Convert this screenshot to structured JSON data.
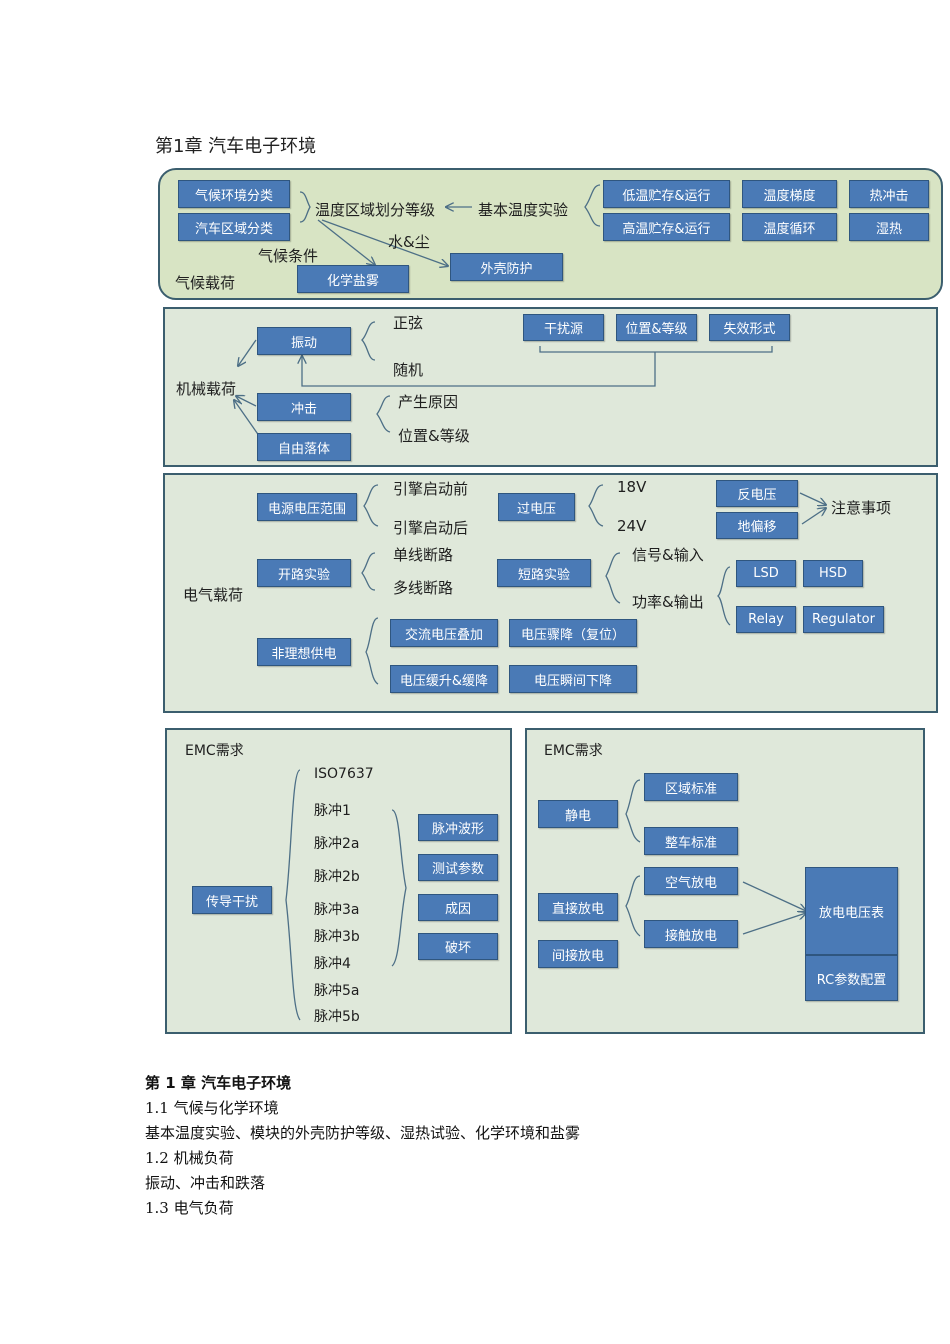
{
  "figure": {
    "title": "第1章 汽车电子环境",
    "climate": {
      "panel_label": "气候载荷",
      "left_boxes": [
        "气候环境分类",
        "汽车区域分类"
      ],
      "center_label": "温度区域划分等级",
      "basic_test": "基本温度实验",
      "condition_label": "气候条件",
      "water_dust": "水&尘",
      "salt_box": "化学盐雾",
      "shell_box": "外壳防护",
      "right_boxes": [
        "低温贮存&运行",
        "温度梯度",
        "热冲击",
        "高温贮存&运行",
        "温度循环",
        "湿热"
      ]
    },
    "mechanical": {
      "panel_label": "机械载荷",
      "vibration": "振动",
      "sine": "正弦",
      "random": "随机",
      "shock": "冲击",
      "cause": "产生原因",
      "position_level": "位置&等级",
      "free_fall": "自由落体",
      "top_boxes": [
        "干扰源",
        "位置&等级",
        "失效形式"
      ]
    },
    "electrical": {
      "panel_label": "电气载荷",
      "supply_range": "电源电压范围",
      "before_start": "引擎启动前",
      "after_start": "引擎启动后",
      "overvoltage": "过电压",
      "v18": "18V",
      "v24": "24V",
      "reverse": "反电压",
      "ground_offset": "地偏移",
      "note": "注意事项",
      "open_test": "开路实验",
      "single_break": "单线断路",
      "multi_break": "多线断路",
      "short_test": "短路实验",
      "signal_input": "信号&输入",
      "power_output": "功率&输出",
      "lsd": "LSD",
      "hsd": "HSD",
      "relay": "Relay",
      "regulator": "Regulator",
      "nonideal": "非理想供电",
      "ac_overlay": "交流电压叠加",
      "dropout": "电压骤降（复位）",
      "slow_change": "电压缓升&缓降",
      "instant_drop": "电压瞬间下降"
    },
    "emc_left": {
      "panel_label": "EMC需求",
      "conducted": "传导干扰",
      "pulses": [
        "ISO7637",
        "脉冲1",
        "脉冲2a",
        "脉冲2b",
        "脉冲3a",
        "脉冲3b",
        "脉冲4",
        "脉冲5a",
        "脉冲5b"
      ],
      "boxes": [
        "脉冲波形",
        "测试参数",
        "成因",
        "破坏"
      ]
    },
    "emc_right": {
      "panel_label": "EMC需求",
      "esd": "静电",
      "region_std": "区域标准",
      "vehicle_std": "整车标准",
      "direct": "直接放电",
      "indirect": "间接放电",
      "air": "空气放电",
      "contact": "接触放电",
      "table": "放电电压表",
      "rc": "RC参数配置"
    }
  },
  "text": {
    "heading": "第 1 章 汽车电子环境",
    "s1_title": "1.1 气候与化学环境",
    "s1_body": "基本温度实验、模块的外壳防护等级、湿热试验、化学环境和盐雾",
    "s2_title": "1.2 机械负荷",
    "s2_body": "振动、冲击和跌落",
    "s3_title": "1.3 电气负荷"
  },
  "colors": {
    "box_fill": "#4a7ab6",
    "panel_fill": "#dfe8da",
    "climate_fill": "#d8e4c4",
    "border": "#3b5e6e"
  }
}
